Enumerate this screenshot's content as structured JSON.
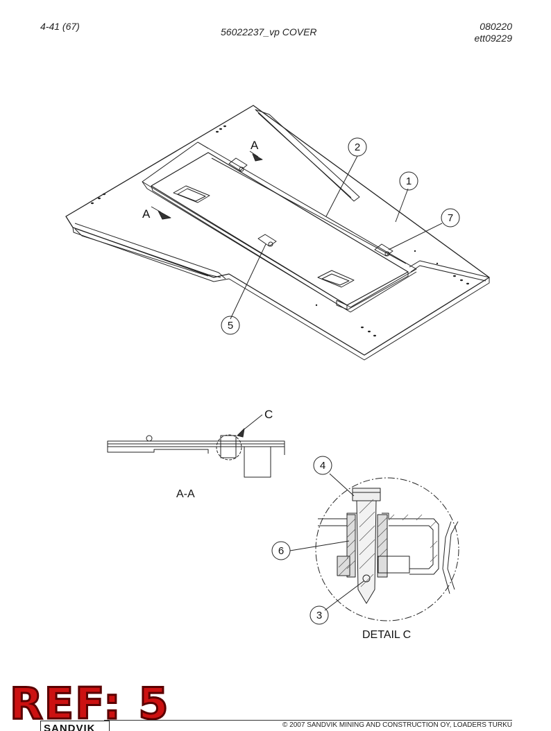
{
  "header": {
    "page_number": "4-41 (67)",
    "title": "56022237_vp COVER",
    "date": "080220",
    "code": "ett09229"
  },
  "callouts": [
    "1",
    "2",
    "3",
    "4",
    "5",
    "6",
    "7"
  ],
  "view_labels": {
    "section_arrow_top": "A",
    "section_arrow_left": "A",
    "detail_marker": "C",
    "section_view": "A-A",
    "detail_view": "DETAIL C"
  },
  "stamp": {
    "text": "REF: 5",
    "color": "#cc1111"
  },
  "footer": {
    "logo": "SANDVIK",
    "copyright": "© 2007 SANDVIK MINING AND CONSTRUCTION OY, LOADERS TURKU"
  }
}
